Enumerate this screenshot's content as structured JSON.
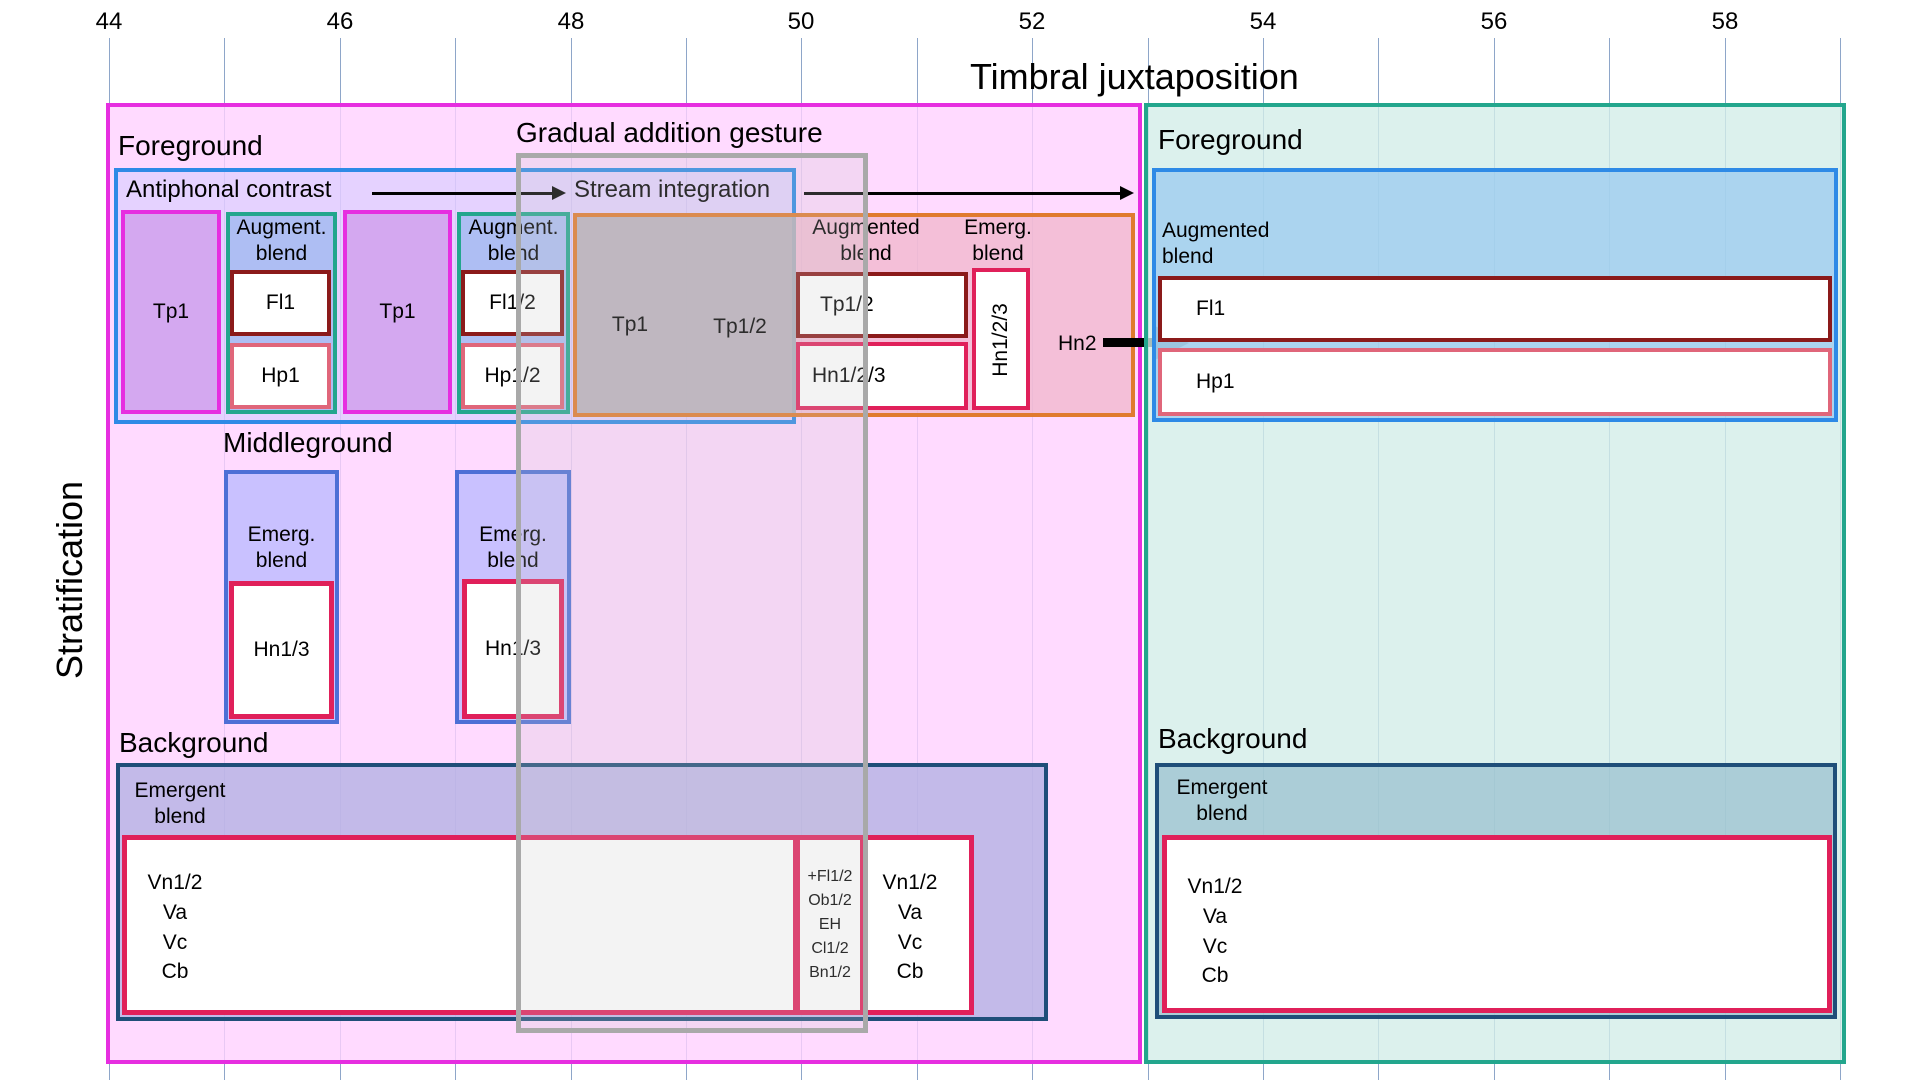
{
  "axis": {
    "ticks": [
      "44",
      "46",
      "48",
      "50",
      "52",
      "54",
      "56",
      "58"
    ]
  },
  "titles": {
    "juxtaposition": "Timbral juxtaposition",
    "stratification": "Stratification",
    "gradual": "Gradual addition gesture"
  },
  "left": {
    "foreground": "Foreground",
    "antiphonal": "Antiphonal contrast",
    "stream": "Stream integration",
    "augment1": "Augment.\nblend",
    "augment2": "Augment.\nblend",
    "augmented": "Augmented\nblend",
    "emerg_top": "Emerg.\nblend",
    "tp1_a": "Tp1",
    "tp1_b": "Tp1",
    "tp1_c": "Tp1",
    "tp12": "Tp1/2",
    "fl1": "Fl1",
    "hp1": "Hp1",
    "fl12": "Fl1/2",
    "hp12": "Hp1/2",
    "tp12_b": "Tp1/2",
    "hn123_a": "Hn1/2/3",
    "hn123_v": "Hn1/2/3",
    "hn2": "Hn2",
    "middleground": "Middleground",
    "emerg_m1": "Emerg.\nblend",
    "emerg_m2": "Emerg.\nblend",
    "hn13_a": "Hn1/3",
    "hn13_b": "Hn1/3",
    "background": "Background",
    "emergent": "Emergent\nblend",
    "strings_a": "Vn1/2\nVa\nVc\nCb",
    "winds": "+Fl1/2\nOb1/2\nEH\nCl1/2\nBn1/2",
    "strings_b": "Vn1/2\nVa\nVc\nCb"
  },
  "right": {
    "foreground": "Foreground",
    "augmented": "Augmented\nblend",
    "fl1": "Fl1",
    "hp1": "Hp1",
    "background": "Background",
    "emergent": "Emergent\nblend",
    "strings": "Vn1/2\nVa\nVc\nCb"
  },
  "colors": {
    "magenta": "#e62ee0",
    "pink_fill": "#ffd1ff",
    "teal": "#23a68d",
    "teal_fill": "#d3ede9",
    "blue": "#2e8ae6",
    "orange": "#e07a2e",
    "dark_red": "#8b1a1a",
    "crimson": "#e0205a",
    "navy": "#1f4e79",
    "gray": "#a9a9a9"
  }
}
